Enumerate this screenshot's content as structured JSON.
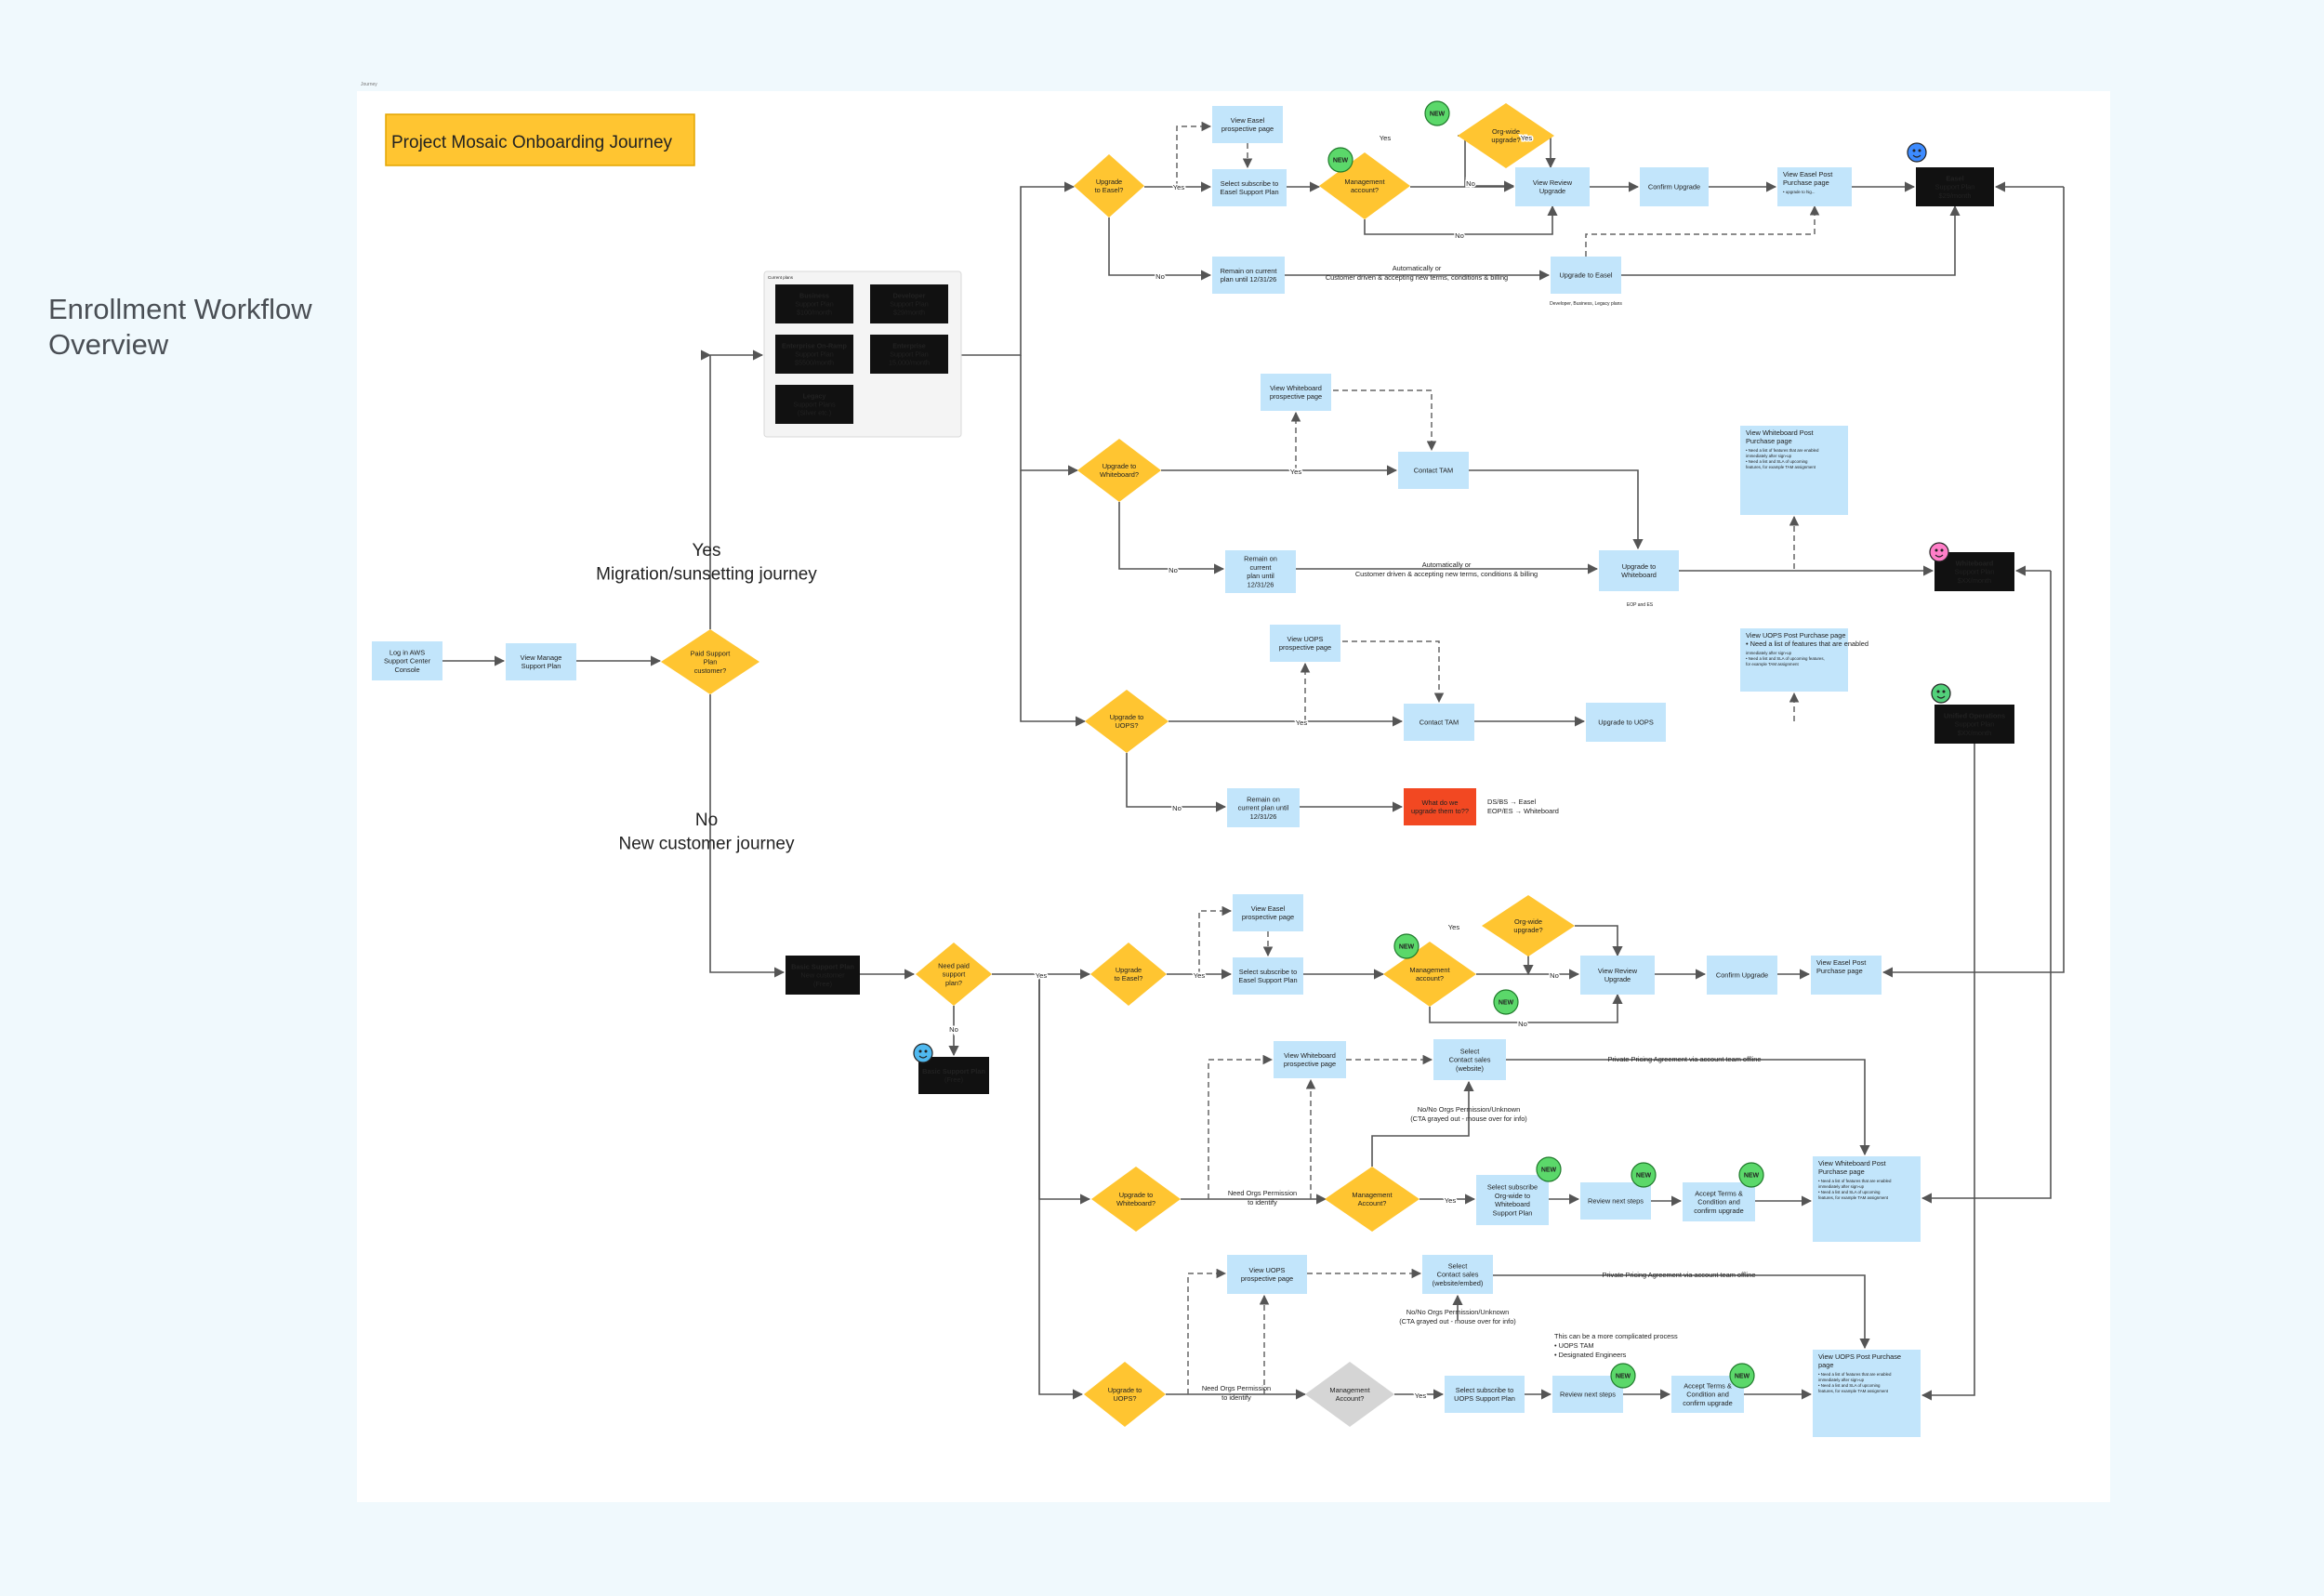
{
  "page_title": "Enrollment Workflow Overview",
  "board_label": "Journey",
  "diagram_title": "Project Mosaic Onboarding Journey",
  "nodes": {
    "login": {
      "lines": [
        "Log in AWS",
        "Support Center",
        "Console"
      ]
    },
    "view_manage": {
      "lines": [
        "View Manage",
        "Support Plan"
      ]
    },
    "paid_support": {
      "lines": [
        "Paid Support",
        "Plan",
        "customer?"
      ]
    },
    "panel_header": {
      "lines": [
        "Current plans"
      ]
    },
    "plan_business": {
      "lines": [
        "Business",
        "Support Plan",
        "$100/month"
      ]
    },
    "plan_developer": {
      "lines": [
        "Developer",
        "Support Plan",
        "$29/month"
      ]
    },
    "plan_eor": {
      "lines": [
        "Enterprise On-Ramp",
        "Support Plan",
        "$5500/month"
      ]
    },
    "plan_enterprise": {
      "lines": [
        "Enterprise",
        "Support Plan",
        "15,000/month"
      ]
    },
    "plan_legacy": {
      "lines": [
        "Legacy",
        "Support Plans",
        "(Silver etc.)"
      ]
    },
    "m_up_easel": {
      "lines": [
        "Upgrade",
        "to Easel?"
      ]
    },
    "m_view_easel": {
      "lines": [
        "View Easel",
        "prospective page"
      ]
    },
    "m_select_easel": {
      "lines": [
        "Select subscribe to",
        "Easel Support Plan"
      ]
    },
    "m_mgmt": {
      "lines": [
        "Management",
        "account?"
      ]
    },
    "m_org": {
      "lines": [
        "Org-wide",
        "upgrade?"
      ]
    },
    "m_review": {
      "lines": [
        "View Review",
        "Upgrade"
      ]
    },
    "m_confirm": {
      "lines": [
        "Confirm Upgrade"
      ]
    },
    "m_easel_post": {
      "lines": [
        "View Easel Post",
        "Purchase page",
        "• upgrade to hig..."
      ]
    },
    "easel_plan": {
      "lines": [
        "Easel",
        "Support Plan",
        "$29/month"
      ]
    },
    "m_remain1": {
      "lines": [
        "Remain on current",
        "plan until 12/31/26"
      ]
    },
    "m_auto1": {
      "lines": [
        "Automatically or",
        "Customer driven & accepting new terms, conditions & billing"
      ]
    },
    "m_up_easel2": {
      "lines": [
        "Upgrade to Easel"
      ]
    },
    "m_note_easel": {
      "lines": [
        "Developer, Business, Legacy plans"
      ]
    },
    "m_up_wb": {
      "lines": [
        "Upgrade to",
        "Whiteboard?"
      ]
    },
    "m_view_wb": {
      "lines": [
        "View Whiteboard",
        "prospective page"
      ]
    },
    "m_contact_tam1": {
      "lines": [
        "Contact TAM"
      ]
    },
    "m_wb_post": {
      "lines": [
        "View Whiteboard Post",
        "Purchase page",
        "• Need a list of features that are enabled",
        "  immediately after sign-up",
        "• Need a list and SLA of upcoming",
        "  features, for example TAM assignment"
      ]
    },
    "m_remain2": {
      "lines": [
        "Remain on",
        "current",
        "plan until",
        "12/31/26"
      ]
    },
    "m_auto2": {
      "lines": [
        "Automatically or",
        "Customer driven & accepting new terms, conditions & billing"
      ]
    },
    "m_up_wb2": {
      "lines": [
        "Upgrade to",
        "Whiteboard"
      ]
    },
    "m_note_wb": {
      "lines": [
        "EOP and ES"
      ]
    },
    "wb_plan": {
      "lines": [
        "Whiteboard",
        "Support Plan",
        "$XX/month"
      ]
    },
    "m_up_uops": {
      "lines": [
        "Upgrade to",
        "UOPS?"
      ]
    },
    "m_view_uops": {
      "lines": [
        "View UOPS",
        "prospective page"
      ]
    },
    "m_contact_tam2": {
      "lines": [
        "Contact TAM"
      ]
    },
    "m_up_uops2": {
      "lines": [
        "Upgrade to UOPS"
      ]
    },
    "m_uops_post": {
      "lines": [
        "View UOPS Post Purchase page",
        "• Need a list of features that are enabled",
        "  immediately after sign-up",
        "• Need a list and SLA of upcoming features,",
        "  for example TAM assignment"
      ]
    },
    "uops_plan": {
      "lines": [
        "Unified Operations",
        "Support Plan",
        "$XX/month"
      ]
    },
    "m_remain3": {
      "lines": [
        "Remain on",
        "current plan until",
        "12/31/26"
      ]
    },
    "m_what": {
      "lines": [
        "What do we",
        "upgrade them to??"
      ]
    },
    "m_what_note": {
      "lines": [
        "DS/BS → Easel",
        "EOP/ES → Whiteboard"
      ]
    },
    "n_basic": {
      "lines": [
        "Basic Support Plan",
        "New customer",
        "(Free)"
      ]
    },
    "n_need_paid": {
      "lines": [
        "Need paid",
        "support",
        "plan?"
      ]
    },
    "n_basic_free": {
      "lines": [
        "Basic Support Plan",
        "(Free)"
      ]
    },
    "n_up_easel": {
      "lines": [
        "Upgrade",
        "to Easel?"
      ]
    },
    "n_view_easel": {
      "lines": [
        "View Easel",
        "prospective page"
      ]
    },
    "n_select_easel": {
      "lines": [
        "Select subscribe to",
        "Easel Support Plan"
      ]
    },
    "n_mgmt": {
      "lines": [
        "Management",
        "account?"
      ]
    },
    "n_org": {
      "lines": [
        "Org-wide",
        "upgrade?"
      ]
    },
    "n_review": {
      "lines": [
        "View Review",
        "Upgrade"
      ]
    },
    "n_confirm": {
      "lines": [
        "Confirm Upgrade"
      ]
    },
    "n_easel_post": {
      "lines": [
        "View Easel Post",
        "Purchase page"
      ]
    },
    "n_view_wb": {
      "lines": [
        "View Whiteboard",
        "prospective page"
      ]
    },
    "n_contact_sales1": {
      "lines": [
        "Select",
        "Contact sales",
        "(website)"
      ]
    },
    "n_ppa1": {
      "lines": [
        "Private Pricing Agreement via account team offline"
      ]
    },
    "n_noorg1": {
      "lines": [
        "No/No Orgs Permission/Unknown",
        "(CTA grayed out - mouse over for info)"
      ]
    },
    "n_up_wb": {
      "lines": [
        "Upgrade to",
        "Whiteboard?"
      ]
    },
    "n_need_orgs1": {
      "lines": [
        "Need Orgs Permission",
        "to identify"
      ]
    },
    "n_mgmt_wb": {
      "lines": [
        "Management",
        "Account?"
      ]
    },
    "n_select_wb": {
      "lines": [
        "Select subscribe",
        "Org-wide to",
        "Whiteboard",
        "Support Plan"
      ]
    },
    "n_review_next1": {
      "lines": [
        "Review next steps"
      ]
    },
    "n_accept1": {
      "lines": [
        "Accept Terms &",
        "Condition and",
        "confirm upgrade"
      ]
    },
    "n_wb_post": {
      "lines": [
        "View Whiteboard Post",
        "Purchase page",
        "• Need a list of features that are enabled",
        "  immediately after sign-up",
        "• Need a list and SLA of upcoming",
        "  features, for example TAM assignment"
      ]
    },
    "n_view_uops": {
      "lines": [
        "View UOPS",
        "prospective page"
      ]
    },
    "n_contact_sales2": {
      "lines": [
        "Select",
        "Contact sales",
        "(website/embed)"
      ]
    },
    "n_ppa2": {
      "lines": [
        "Private Pricing Agreement via account team offline"
      ]
    },
    "n_noorg2": {
      "lines": [
        "No/No Orgs Permission/Unknown",
        "(CTA grayed out - mouse over for info)"
      ]
    },
    "n_complicated": {
      "lines": [
        "This can be a more complicated process",
        "• UOPS TAM",
        "• Designated Engineers"
      ]
    },
    "n_up_uops": {
      "lines": [
        "Upgrade to",
        "UOPS?"
      ]
    },
    "n_need_orgs2": {
      "lines": [
        "Need Orgs Permission",
        "to identify"
      ]
    },
    "n_mgmt_uops": {
      "lines": [
        "Management",
        "Account?"
      ]
    },
    "n_select_uops": {
      "lines": [
        "Select subscribe to",
        "UOPS Support Plan"
      ]
    },
    "n_review_next2": {
      "lines": [
        "Review next steps"
      ]
    },
    "n_accept2": {
      "lines": [
        "Accept Terms &",
        "Condition and",
        "confirm upgrade"
      ]
    },
    "n_uops_post": {
      "lines": [
        "View UOPS Post Purchase",
        "page",
        "• Need a list of features that are enabled",
        "  immediately after sign-up",
        "• Need a list and SLA of upcoming",
        "  features, for example TAM assignment"
      ]
    },
    "yes_branch": {
      "lines": [
        "Yes",
        "Migration/sunsetting journey"
      ]
    },
    "no_branch": {
      "lines": [
        "No",
        "New customer journey"
      ]
    }
  },
  "edge_labels": {
    "yes": "Yes",
    "no": "No"
  },
  "badge_text": "NEW",
  "colors": {
    "process": "#c2e5fb",
    "decision": "#ffc531",
    "plan": "#111111",
    "alert": "#f24822",
    "new_badge": "#5bd86a",
    "note_red": "#e5361b"
  }
}
